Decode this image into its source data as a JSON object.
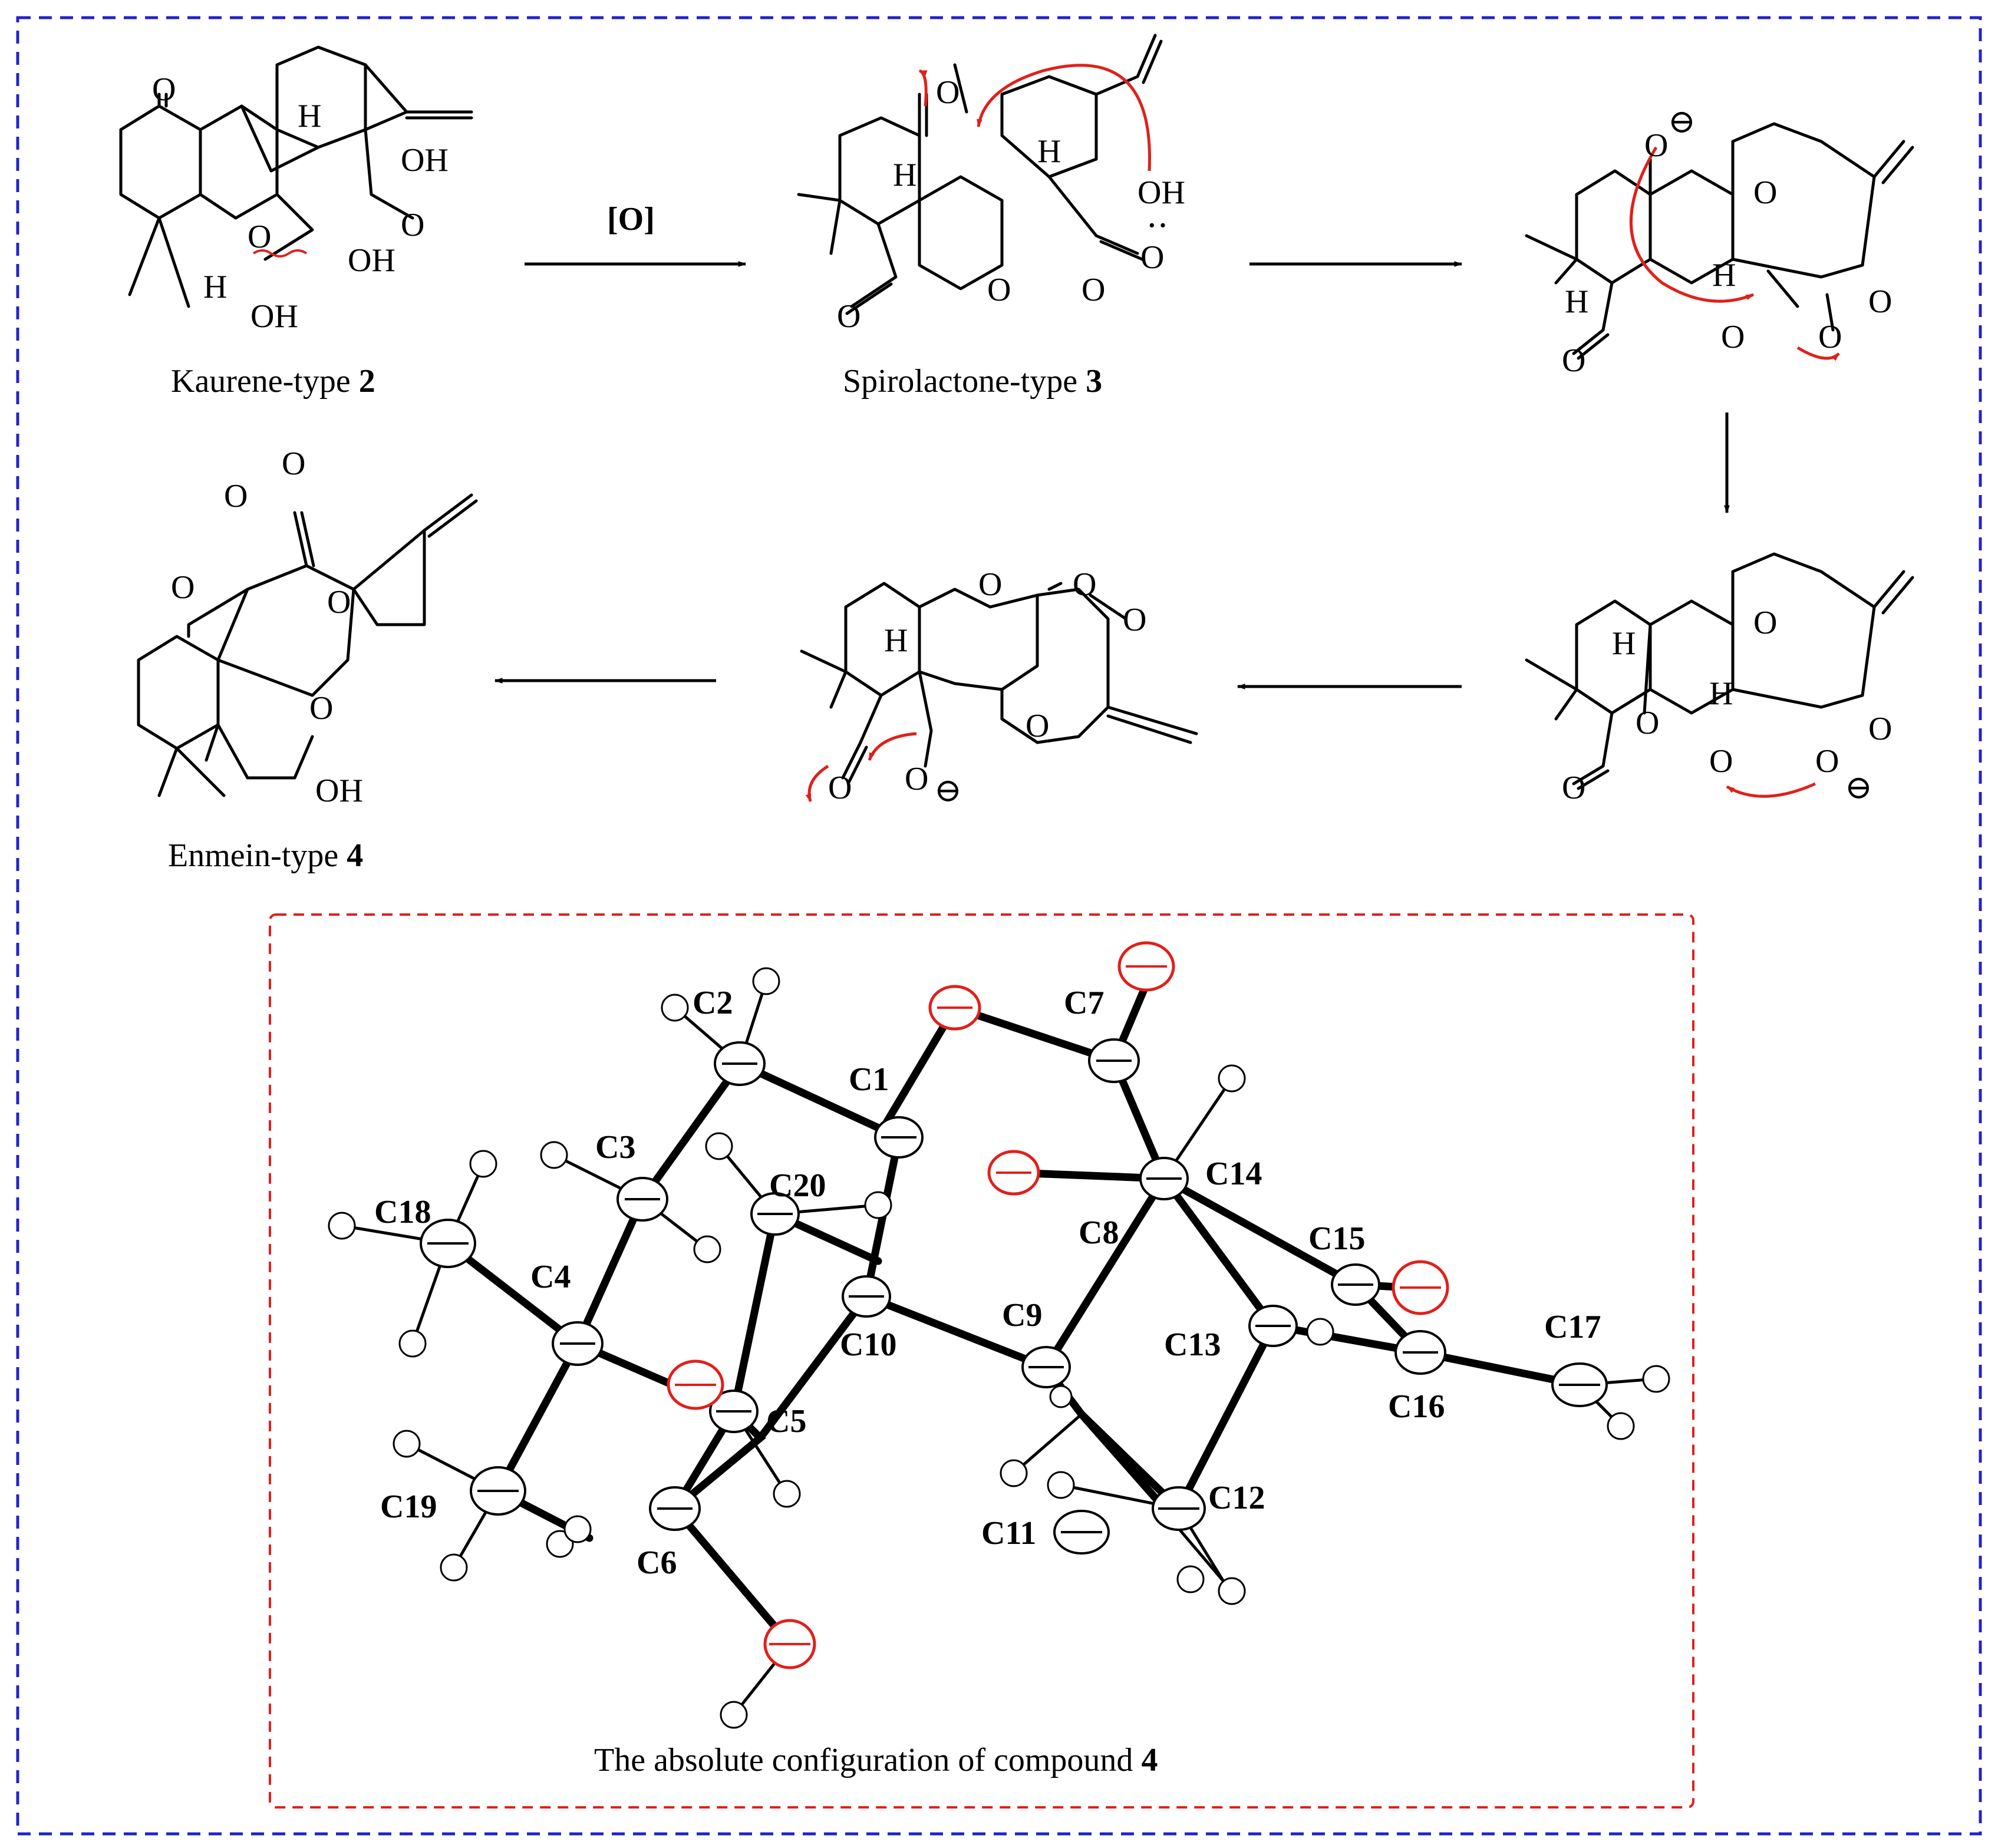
{
  "borders": {
    "outer_color": "#2323c8",
    "inner_color": "#e0201b"
  },
  "reagent": "[O]",
  "compounds": {
    "c2": {
      "prefix": "Kaurene-type ",
      "num": "2"
    },
    "c3": {
      "prefix": "Spirolactone-type ",
      "num": "3"
    },
    "c4": {
      "prefix": "Enmein-type ",
      "num": "4"
    }
  },
  "xray_caption": {
    "prefix": "The absolute configuration of compound ",
    "num": "4"
  },
  "atom_labels": [
    "C1",
    "C2",
    "C3",
    "C4",
    "C5",
    "C6",
    "C7",
    "C8",
    "C9",
    "C10",
    "C11",
    "C12",
    "C13",
    "C14",
    "C15",
    "C16",
    "C17",
    "C18",
    "C19",
    "C20"
  ],
  "structure_labels": {
    "O": "O",
    "OH": "OH",
    "H": "H",
    "charge": "⊖",
    "lone_pair": "‥"
  },
  "colors": {
    "arrow_red": "#e0201b",
    "oxygen_red": "#e0201b",
    "ink": "#000000"
  }
}
